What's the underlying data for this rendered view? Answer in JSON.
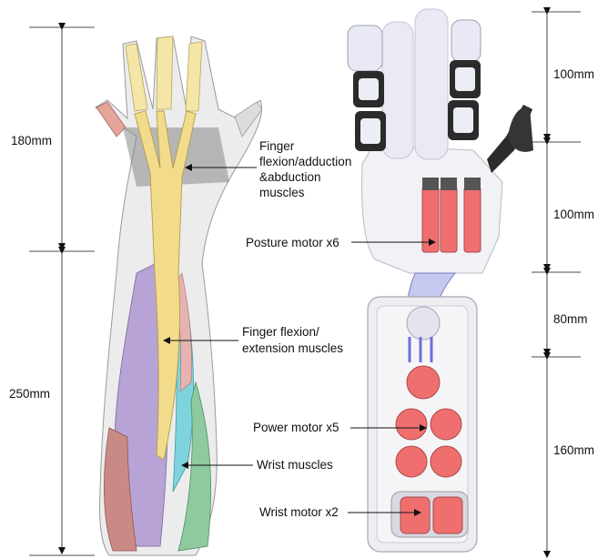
{
  "left_dimensions": {
    "top_length": "180mm",
    "bottom_length": "250mm"
  },
  "right_dimensions": {
    "segment_1": "100mm",
    "segment_2": "100mm",
    "segment_3": "80mm",
    "segment_4": "160mm"
  },
  "muscle_labels": {
    "finger_flexion_line1": "Finger",
    "finger_flexion_line2": "flexion/adduction",
    "finger_flexion_line3": "&abduction",
    "finger_flexion_line4": "muscles",
    "finger_extension_line1": "Finger flexion/",
    "finger_extension_line2": "extension muscles",
    "wrist_muscles": "Wrist muscles"
  },
  "motor_labels": {
    "posture_motor": "Posture motor x6",
    "power_motor": "Power motor x5",
    "wrist_motor": "Wrist motor x2"
  },
  "colors": {
    "tendon_yellow": "#f2dc8c",
    "muscle_purple": "#b8a3d6",
    "muscle_cyan": "#7fd3dc",
    "muscle_green": "#8ec9a0",
    "muscle_red": "#c98a86",
    "motor_red": "#ef6f6f",
    "robot_dark": "#2b2b2b",
    "finger_white": "#eceef6"
  }
}
